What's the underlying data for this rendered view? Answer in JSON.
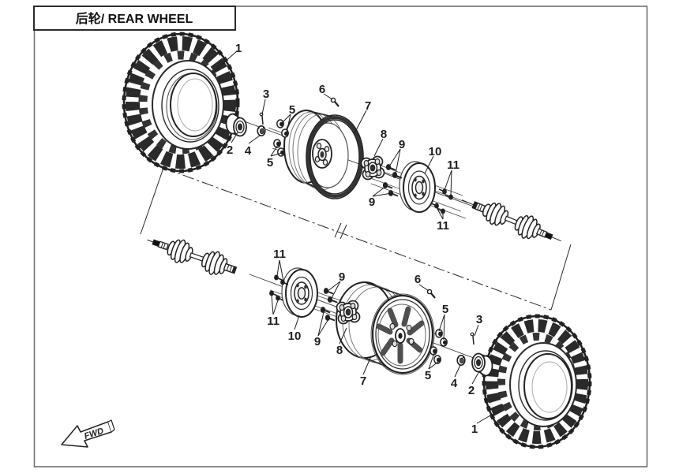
{
  "title_block": {
    "text": "后轮/ REAR WHEEL"
  },
  "direction_indicator": {
    "label": "FWD"
  },
  "colors": {
    "background": "#ffffff",
    "line": "#1d1d1d",
    "border": "#707070",
    "shade": "#4a4a4a"
  },
  "callouts": [
    {
      "part": "tire",
      "label": "1",
      "position": "upper"
    },
    {
      "part": "hub-cap",
      "label": "2",
      "position": "upper"
    },
    {
      "part": "cotter-pin",
      "label": "3",
      "position": "upper"
    },
    {
      "part": "castle-nut",
      "label": "4",
      "position": "upper"
    },
    {
      "part": "lug-nuts",
      "label": "5",
      "position": "upper-outer"
    },
    {
      "part": "lug-nuts",
      "label": "5",
      "position": "upper-inner"
    },
    {
      "part": "valve-stem",
      "label": "6",
      "position": "upper"
    },
    {
      "part": "wheel-rim",
      "label": "7",
      "position": "upper"
    },
    {
      "part": "wheel-hub",
      "label": "8",
      "position": "upper"
    },
    {
      "part": "wheel-studs",
      "label": "9",
      "position": "upper-a"
    },
    {
      "part": "wheel-studs",
      "label": "9",
      "position": "upper-b"
    },
    {
      "part": "brake-disc",
      "label": "10",
      "position": "upper"
    },
    {
      "part": "disc-bolts",
      "label": "11",
      "position": "upper-a"
    },
    {
      "part": "disc-bolts",
      "label": "11",
      "position": "upper-b"
    },
    {
      "part": "disc-bolts",
      "label": "11",
      "position": "lower-a"
    },
    {
      "part": "disc-bolts",
      "label": "11",
      "position": "lower-b"
    },
    {
      "part": "brake-disc",
      "label": "10",
      "position": "lower"
    },
    {
      "part": "wheel-studs",
      "label": "9",
      "position": "lower-a"
    },
    {
      "part": "wheel-studs",
      "label": "9",
      "position": "lower-b"
    },
    {
      "part": "wheel-hub",
      "label": "8",
      "position": "lower"
    },
    {
      "part": "wheel-rim",
      "label": "7",
      "position": "lower"
    },
    {
      "part": "valve-stem",
      "label": "6",
      "position": "lower"
    },
    {
      "part": "lug-nuts",
      "label": "5",
      "position": "lower-a"
    },
    {
      "part": "lug-nuts",
      "label": "5",
      "position": "lower-b"
    },
    {
      "part": "castle-nut",
      "label": "4",
      "position": "lower"
    },
    {
      "part": "cotter-pin",
      "label": "3",
      "position": "lower"
    },
    {
      "part": "hub-cap",
      "label": "2",
      "position": "lower"
    },
    {
      "part": "tire",
      "label": "1",
      "position": "lower"
    }
  ]
}
